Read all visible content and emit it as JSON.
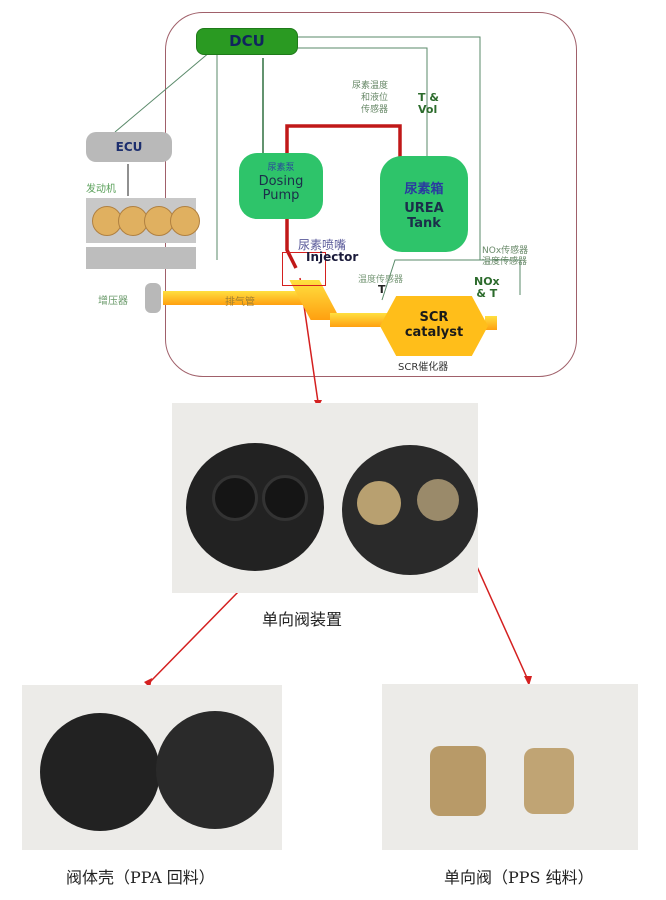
{
  "diagram": {
    "dcu": {
      "label": "DCU"
    },
    "ecu": {
      "label": "ECU"
    },
    "engine": {
      "label": "发动机"
    },
    "turbo": {
      "label": "增压器"
    },
    "exhaust_pipe": {
      "label": "排气管"
    },
    "dosing_pump": {
      "cn": "尿素泵",
      "en_line1": "Dosing",
      "en_line2": "Pump"
    },
    "urea_tank": {
      "cn": "尿素箱",
      "en_line1": "UREA",
      "en_line2": "Tank"
    },
    "tank_sensor": {
      "cn_line1": "尿素温度",
      "cn_line2": "和液位",
      "cn_line3": "传感器",
      "en_line1": "T &",
      "en_line2": "Vol"
    },
    "injector": {
      "cn": "尿素喷嘴",
      "en": "Injector"
    },
    "temp_sensor": {
      "cn": "温度传感器",
      "en": "T"
    },
    "nox_sensor": {
      "cn_line1": "NOx传感器",
      "cn_line2": "温度传感器",
      "en_line1": "NOx",
      "en_line2": "& T"
    },
    "scr": {
      "en_line1": "SCR",
      "en_line2": "catalyst",
      "cn": "SCR催化器"
    }
  },
  "photos": {
    "assembly": {
      "caption": "单向阀装置"
    },
    "housing": {
      "caption": "阀体壳（PPA 回料）"
    },
    "valve": {
      "caption": "单向阀（PPS 纯料）"
    }
  },
  "colors": {
    "accent_red": "#d42020",
    "dcu_green": "#2a9a22",
    "box_green": "#2ec46a"
  }
}
